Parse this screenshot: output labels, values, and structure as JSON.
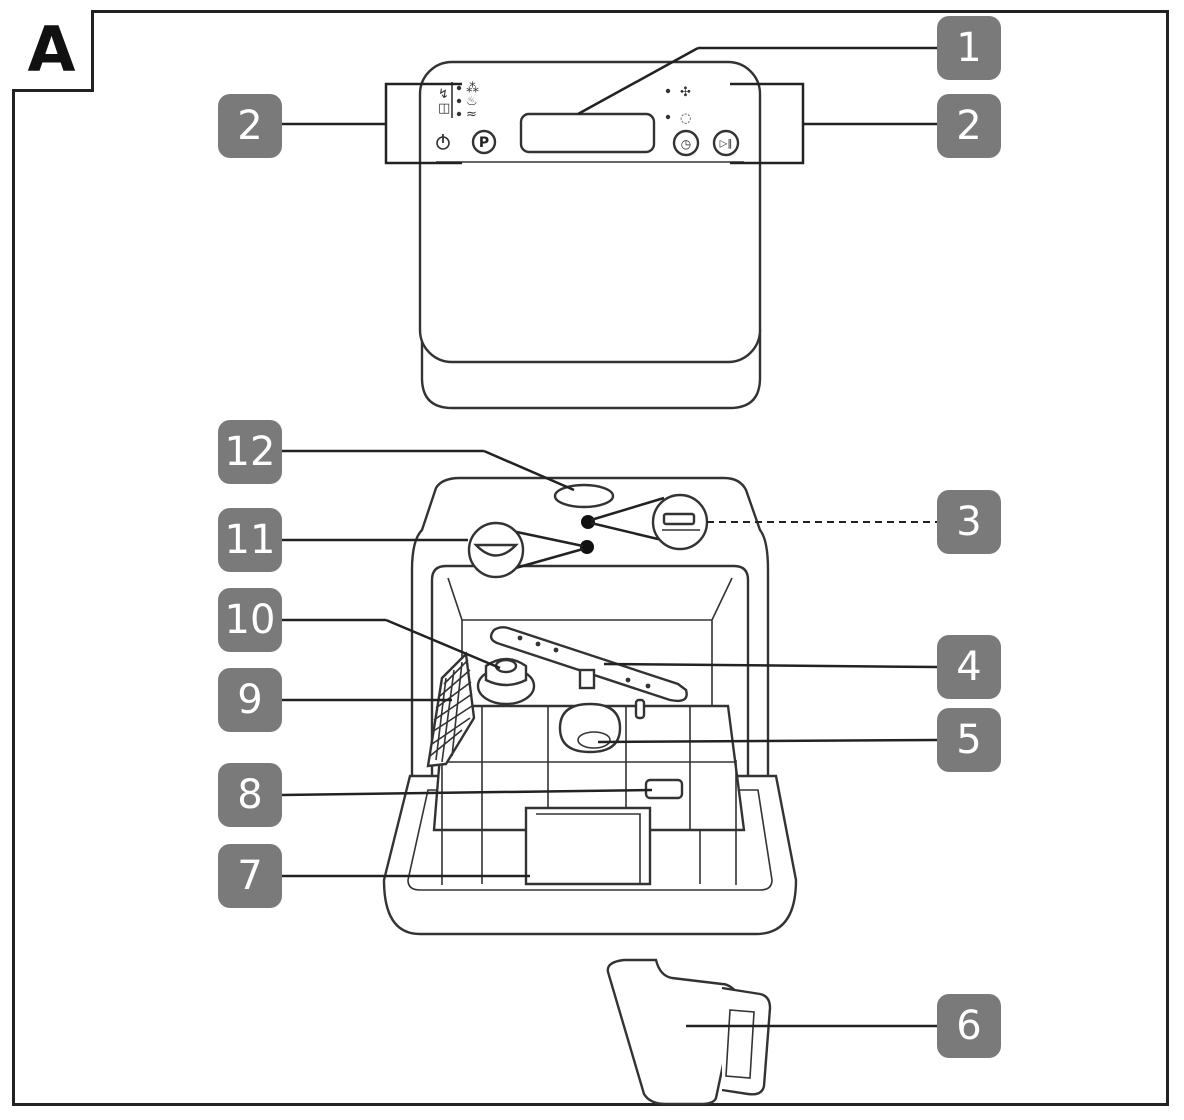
{
  "figure_label": "A",
  "callouts": [
    "1",
    "2",
    "2",
    "12",
    "3",
    "11",
    "10",
    "4",
    "9",
    "5",
    "8",
    "7",
    "6"
  ],
  "panel_buttons": {
    "program": "P",
    "start_pause": "▷‖"
  },
  "colors": {
    "badge_fill": "#7a7a7a",
    "line": "#222222",
    "background": "#ffffff"
  }
}
